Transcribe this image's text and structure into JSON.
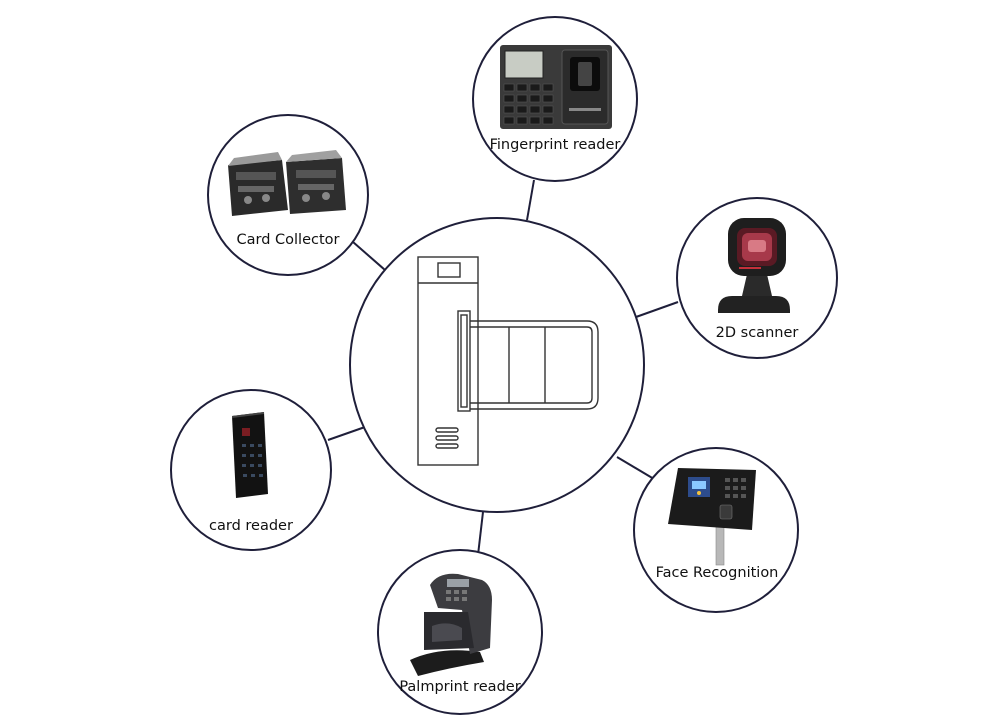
{
  "diagram": {
    "center": {
      "name": "swing-gate-turnstile"
    },
    "devices": [
      {
        "key": "fingerprint",
        "label": "Fingerprint reader",
        "icon": "fingerprint-terminal-icon"
      },
      {
        "key": "scanner",
        "label": "2D scanner",
        "icon": "barcode-scanner-icon"
      },
      {
        "key": "face",
        "label": "Face Recognition",
        "icon": "face-recognition-terminal-icon"
      },
      {
        "key": "palm",
        "label": "Palmprint reader",
        "icon": "palmprint-reader-icon"
      },
      {
        "key": "card_reader",
        "label": "card reader",
        "icon": "card-reader-icon"
      },
      {
        "key": "collector",
        "label": "Card Collector",
        "icon": "card-collector-icon"
      }
    ]
  }
}
